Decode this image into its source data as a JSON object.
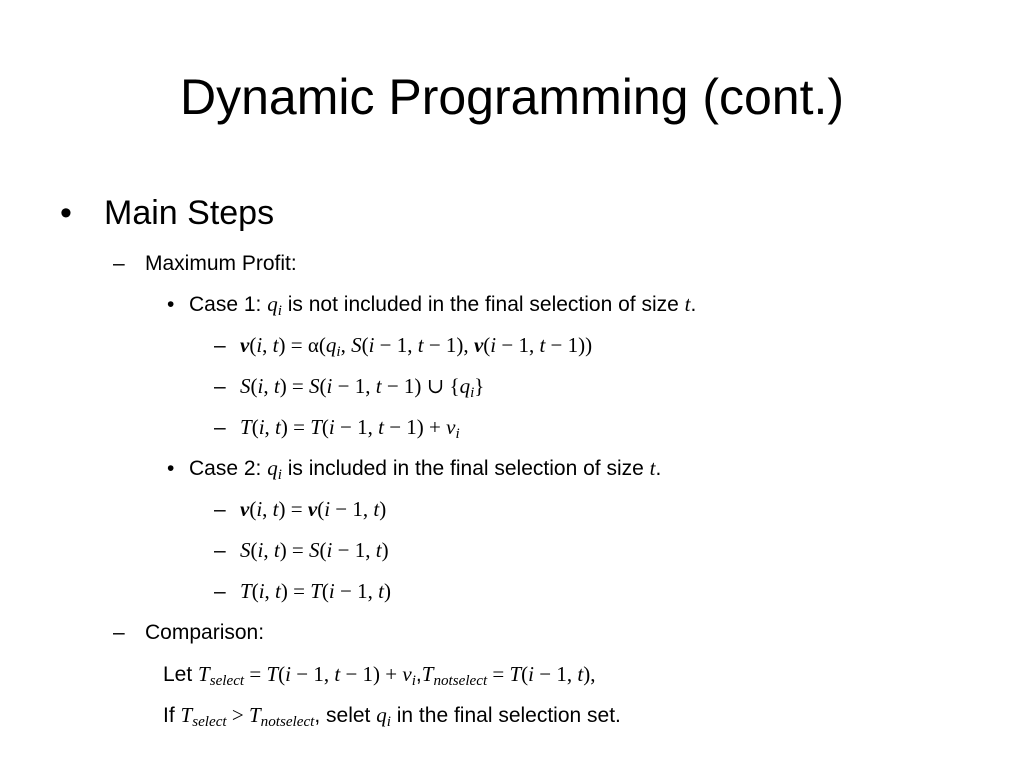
{
  "title": "Dynamic Programming (cont.)",
  "bullets": {
    "level1_marker": "•",
    "level2_marker": "–",
    "level3_marker": "•",
    "level4_marker": "–"
  },
  "main_steps": "Main Steps",
  "max_profit": "Maximum Profit:",
  "case1": {
    "prefix": "Case 1: ",
    "qvar": "q",
    "qsub": "i",
    "middle": " is not included in the final selection of size ",
    "tvar": "t",
    "end": "."
  },
  "case1_eq1": {
    "v": "v",
    "a": "(",
    "i": "i",
    "comma": ", ",
    "t": "t",
    "b": ") = ",
    "alpha": "α(",
    "q": "q",
    "qsub": "i",
    "c": ", ",
    "S": "S",
    "d": "(",
    "i2": "i",
    "e": " − 1, ",
    "t2": "t",
    "f": " − 1), ",
    "v2": "v",
    "g": "(",
    "i3": "i",
    "h": " − 1, ",
    "t3": "t",
    "k": " − 1))"
  },
  "case1_eq2": {
    "S": "S",
    "a": "(",
    "i": "i",
    "comma": ", ",
    "t": "t",
    "b": ") = ",
    "S2": "S",
    "c": "(",
    "i2": "i",
    "d": " − 1, ",
    "t2": "t",
    "e": " − 1) ∪ {",
    "q": "q",
    "qsub": "i",
    "f": "}"
  },
  "case1_eq3": {
    "T": "T",
    "a": "(",
    "i": "i",
    "comma": ", ",
    "t": "t",
    "b": ") = ",
    "T2": "T",
    "c": "(",
    "i2": "i",
    "d": " − 1, ",
    "t2": "t",
    "e": " − 1) + ",
    "v": "v",
    "vsub": "i"
  },
  "case2": {
    "prefix": "Case 2: ",
    "qvar": "q",
    "qsub": "i",
    "middle": " is included in the final selection of size ",
    "tvar": "t",
    "end": "."
  },
  "case2_eq1": {
    "v": "v",
    "a": "(",
    "i": "i",
    "comma": ", ",
    "t": "t",
    "b": ") = ",
    "v2": "v",
    "c": "(",
    "i2": "i",
    "d": " − 1, ",
    "t2": "t",
    "e": ")"
  },
  "case2_eq2": {
    "S": "S",
    "a": "(",
    "i": "i",
    "comma": ", ",
    "t": "t",
    "b": ") = ",
    "S2": "S",
    "c": "(",
    "i2": "i",
    "d": " − 1, ",
    "t2": "t",
    "e": ")"
  },
  "case2_eq3": {
    "T": "T",
    "a": "(",
    "i": "i",
    "comma": ", ",
    "t": "t",
    "b": ") = ",
    "T2": "T",
    "c": "(",
    "i2": "i",
    "d": " − 1, ",
    "t2": "t",
    "e": ")"
  },
  "comparison": "Comparison:",
  "let_line": {
    "prefix": "Let ",
    "T": "T",
    "sel": "select",
    "a": " = ",
    "T2": "T",
    "b": "(",
    "i": "i",
    "c": " − 1, ",
    "t": "t",
    "d": " − 1) + ",
    "v": "v",
    "vsub": "i",
    "e": ",",
    "T3": "T",
    "notsel": "notselect",
    "f": " = ",
    "T4": "T",
    "g": "(",
    "i2": "i",
    "h": " − 1, ",
    "t2": "t",
    "k": "),"
  },
  "if_line": {
    "prefix": "If ",
    "T": "T",
    "sel": "select",
    "gt": " > ",
    "T2": "T",
    "notsel": "notselect",
    "a": ", selet ",
    "q": "q",
    "qsub": "i",
    "b": " in the final selection set."
  }
}
